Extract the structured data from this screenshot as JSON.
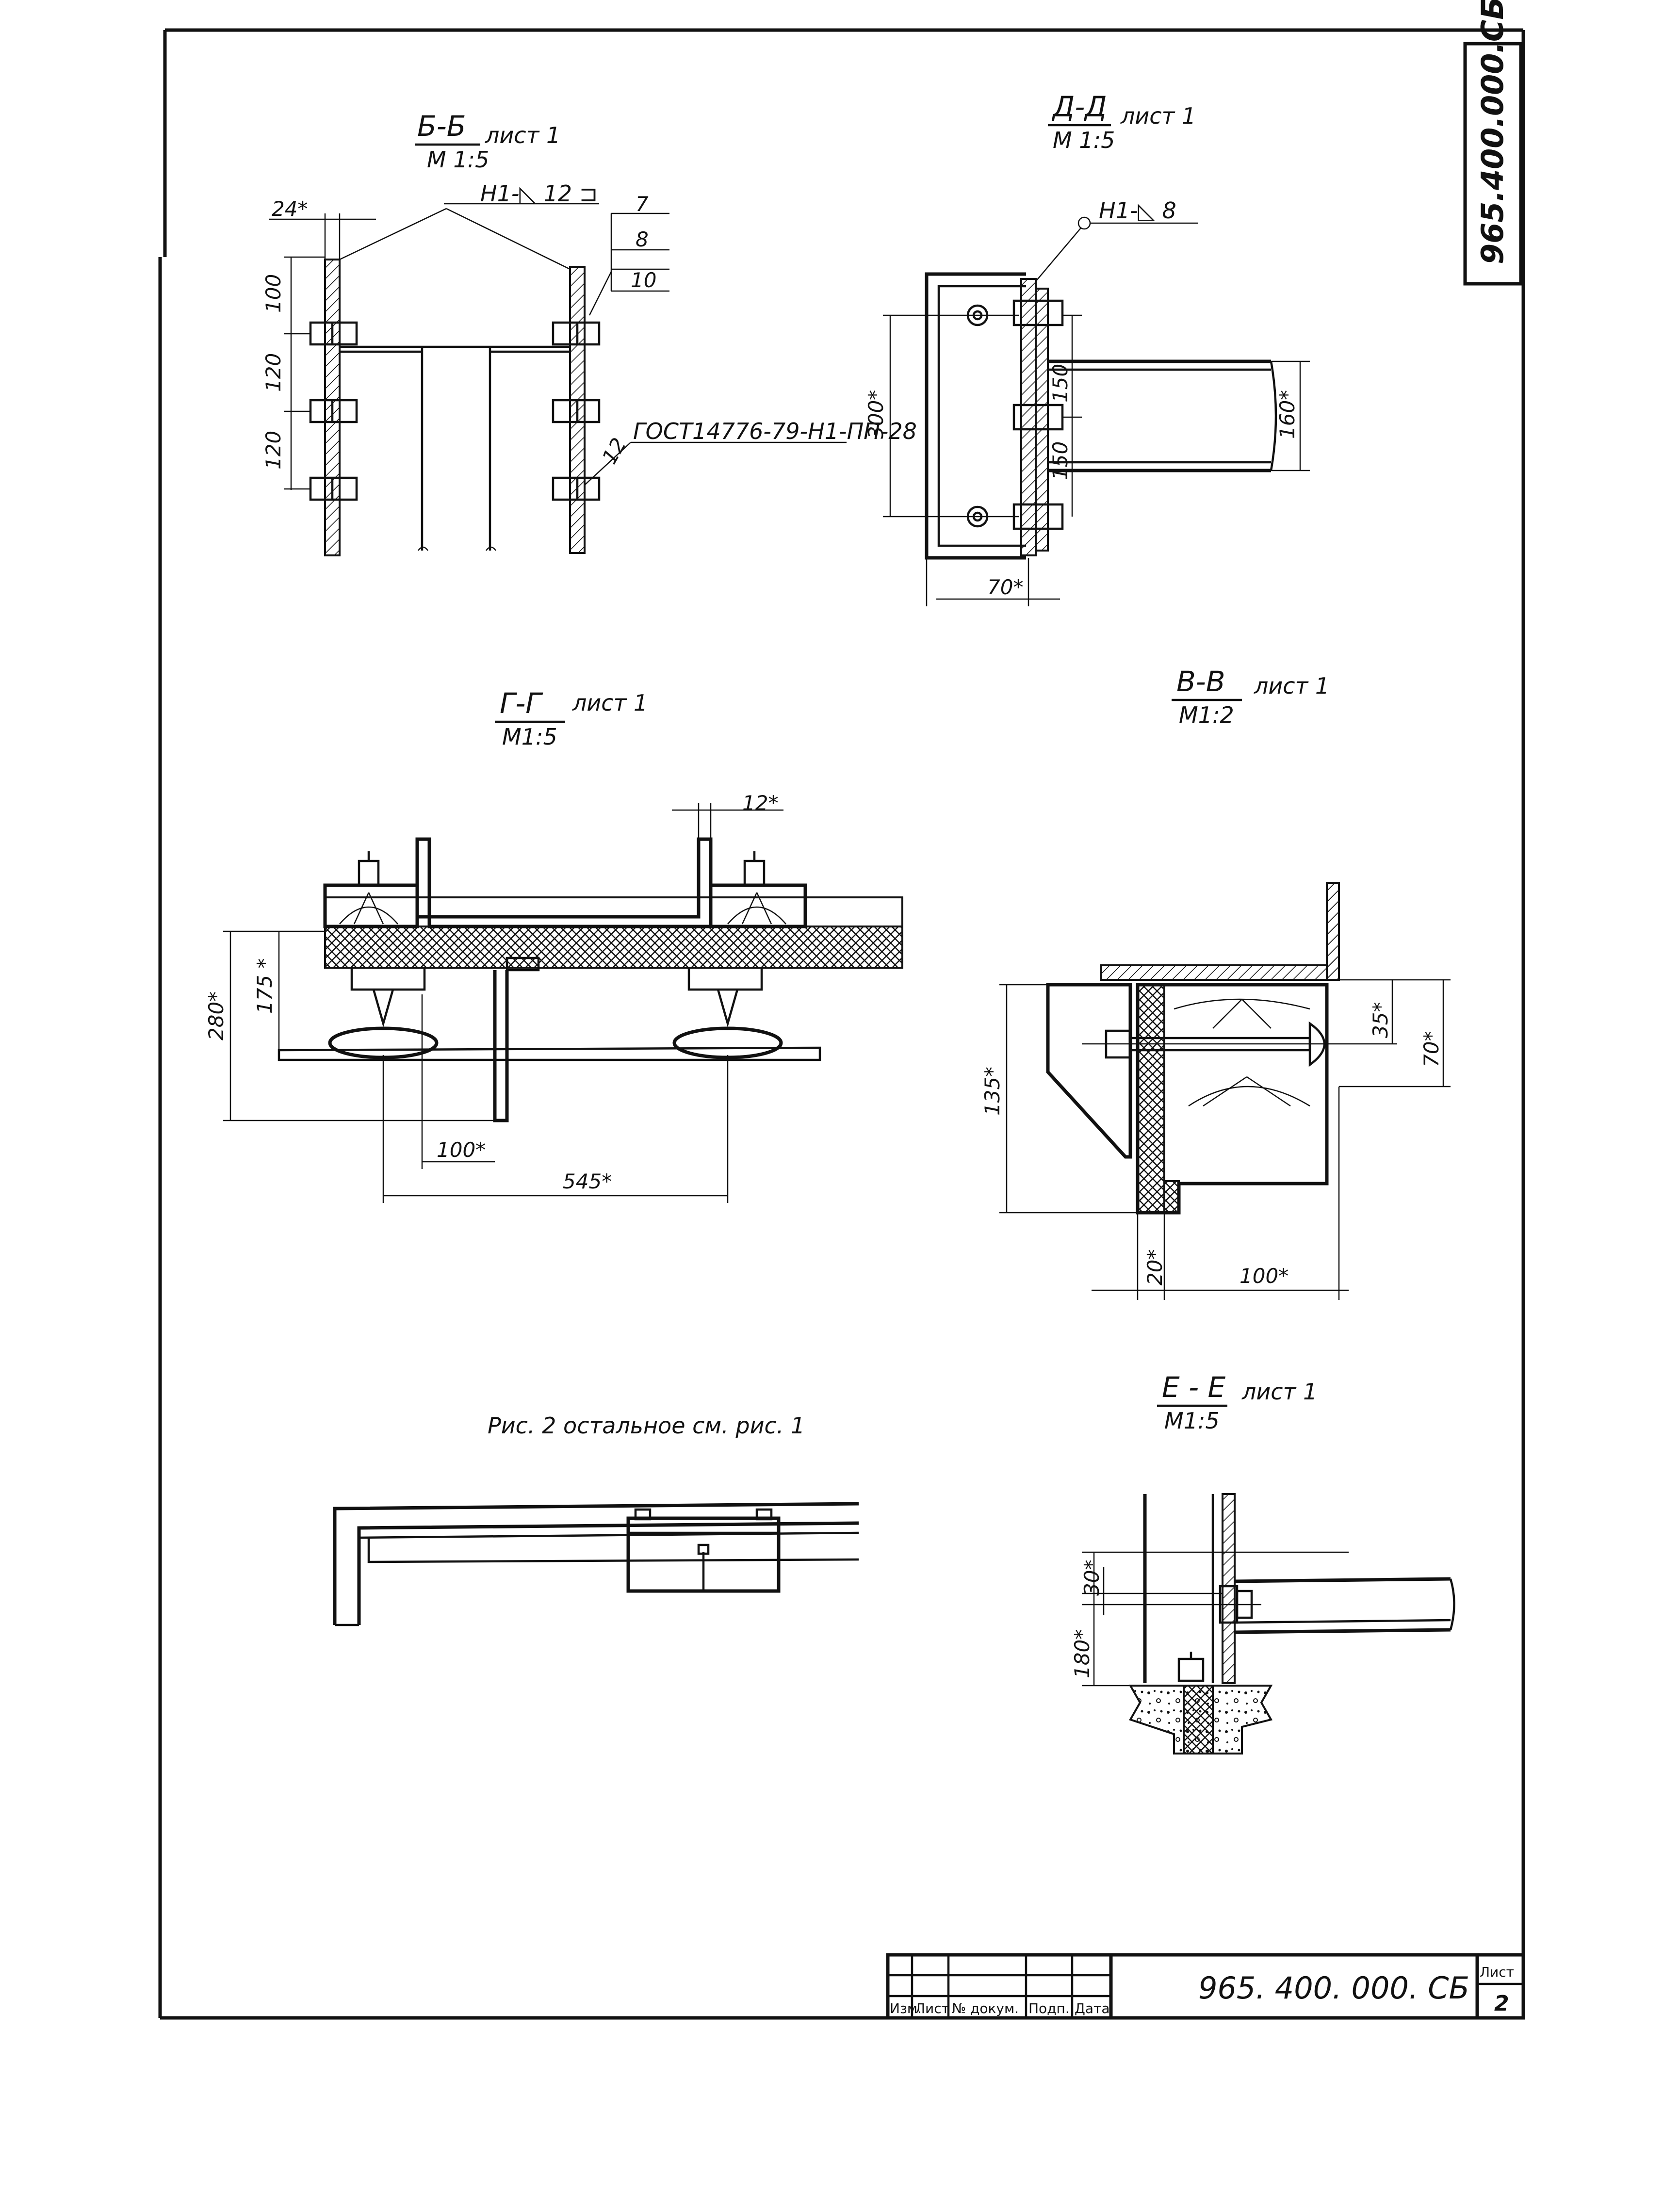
{
  "sheet": {
    "document_code_vertical": "965.400.000.СБ",
    "stamp_code": "965. 400. 000. СБ",
    "sheet_label": "Лист",
    "sheet_number": "2",
    "title_block_headers": [
      "Изм.",
      "Лист",
      "№ докум.",
      "Подп.",
      "Дата"
    ]
  },
  "section_bb": {
    "title": "Б-Б",
    "sheet_ref": "лист 1",
    "scale": "М 1:5",
    "weld": "Н1-◺ 12 ⊐",
    "dim_top": "24*",
    "dims_left": [
      "100",
      "120",
      "120"
    ],
    "callouts": [
      "7",
      "8",
      "10"
    ],
    "callout_12": "12",
    "standard": "ГОСТ14776-79-Н1-ПП-28"
  },
  "section_dd": {
    "title": "Д-Д",
    "sheet_ref": "лист 1",
    "scale": "М 1:5",
    "weld": "Н1-◺ 8",
    "dim_height": "300*",
    "dim_150_top": "150",
    "dim_150_bottom": "150",
    "dim_pipe": "160*",
    "dim_bottom": "70*"
  },
  "section_gg": {
    "title": "Г-Г",
    "sheet_ref": "лист 1",
    "scale": "М1:5",
    "dim_top": "12*",
    "dim_280": "280*",
    "dim_175": "175 *",
    "dim_100": "100*",
    "dim_545": "545*"
  },
  "section_vv": {
    "title": "В-В",
    "sheet_ref": "лист 1",
    "scale": "М1:2",
    "dim_135": "135*",
    "dim_35": "35*",
    "dim_70": "70*",
    "dim_20": "20*",
    "dim_100": "100*"
  },
  "figure2": {
    "caption": "Рис. 2 остальное см. рис. 1"
  },
  "section_ee": {
    "title": "Е - Е",
    "sheet_ref": "лист 1",
    "scale": "М1:5",
    "dim_30": "30*",
    "dim_180": "180*"
  }
}
